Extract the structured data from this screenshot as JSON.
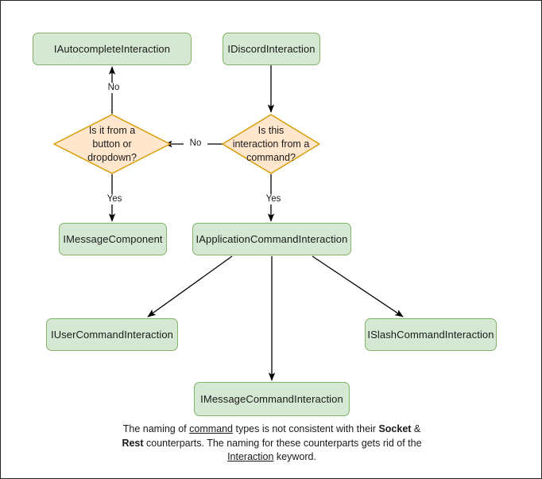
{
  "diagram": {
    "title": "Discord interaction type hierarchy flowchart",
    "colors": {
      "box_fill": "#d5e8d4",
      "box_stroke": "#82b366",
      "diamond_fill": "#ffe6cc",
      "diamond_stroke": "#d79b00",
      "edge_stroke": "#000000",
      "page_border": "#262626",
      "background": "#ffffff"
    },
    "nodes": [
      {
        "id": "autocomplete",
        "label": "IAutocompleteInteraction",
        "shape": "box"
      },
      {
        "id": "discord",
        "label": "IDiscordInteraction",
        "shape": "box"
      },
      {
        "id": "buttonordropdown",
        "label": "Is it from a\nbutton or\ndropdown?",
        "shape": "diamond"
      },
      {
        "id": "fromcommand",
        "label": "Is this\ninteraction from a\ncommand?",
        "shape": "diamond"
      },
      {
        "id": "messagecomponent",
        "label": "IMessageComponent",
        "shape": "box"
      },
      {
        "id": "appcommand",
        "label": "IApplicationCommandInteraction",
        "shape": "box"
      },
      {
        "id": "usercommand",
        "label": "IUserCommandInteraction",
        "shape": "box"
      },
      {
        "id": "slashcommand",
        "label": "ISlashCommandInteraction",
        "shape": "box"
      },
      {
        "id": "messagecommand",
        "label": "IMessageCommandInteraction",
        "shape": "box"
      }
    ],
    "edges": [
      {
        "from": "discord",
        "to": "fromcommand",
        "label": ""
      },
      {
        "from": "fromcommand",
        "to": "buttonordropdown",
        "label": "No"
      },
      {
        "from": "fromcommand",
        "to": "appcommand",
        "label": "Yes"
      },
      {
        "from": "buttonordropdown",
        "to": "autocomplete",
        "label": "No"
      },
      {
        "from": "buttonordropdown",
        "to": "messagecomponent",
        "label": "Yes"
      },
      {
        "from": "appcommand",
        "to": "usercommand",
        "label": ""
      },
      {
        "from": "appcommand",
        "to": "messagecommand",
        "label": ""
      },
      {
        "from": "appcommand",
        "to": "slashcommand",
        "label": ""
      }
    ],
    "edge_labels": {
      "no_to_autocomplete": "No",
      "no_between_diamonds": "No",
      "yes_to_messagecomponent": "Yes",
      "yes_to_appcommand": "Yes"
    },
    "caption": {
      "line1_a": "The naming of ",
      "line1_u": "command",
      "line1_b": " types is not consistent with their",
      "line2_a": "Socket",
      "line2_amp": " & ",
      "line2_b": "Rest",
      "line2_c": " counterparts. The naming for these",
      "line3_a": "counterparts gets rid of the ",
      "line3_u": "Interaction",
      "line3_b": " keyword."
    }
  }
}
